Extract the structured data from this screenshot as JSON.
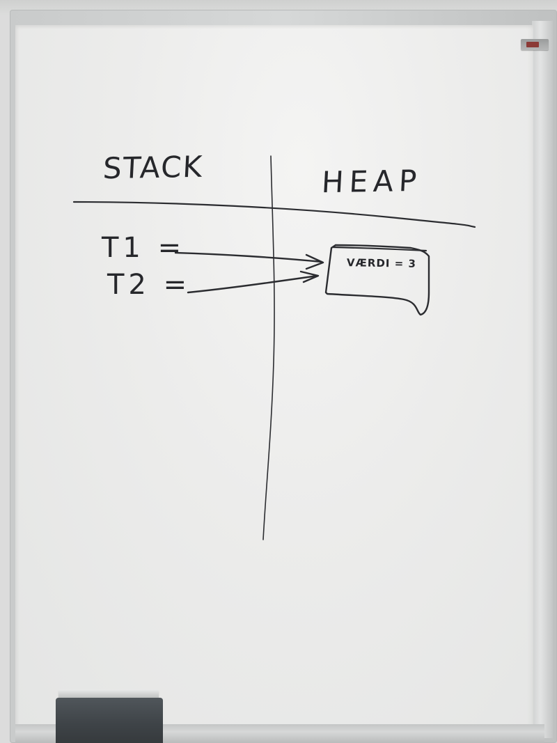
{
  "whiteboard": {
    "stack_heading": "STACK",
    "heap_heading": "HEAP",
    "t1_label": "T1 =",
    "t2_label": "T2 =",
    "heap_object_value": "VÆRDI = 3",
    "ink_color": "#2b2c30",
    "board_color": "#ededec"
  }
}
